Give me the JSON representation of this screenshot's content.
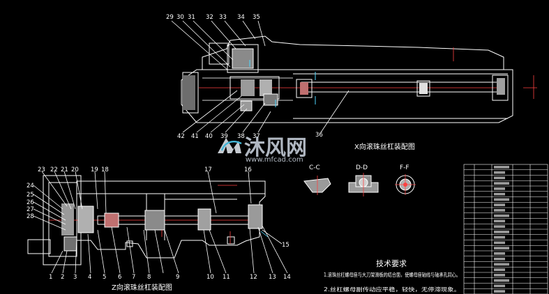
{
  "drawing": {
    "top_view_title": "X向滚珠丝杠装配图",
    "bottom_view_title": "Z向滚珠丝杠装配图",
    "top_part_numbers": [
      "29",
      "30",
      "31",
      "32",
      "33",
      "34",
      "35"
    ],
    "top_bottom_numbers": [
      "42",
      "41",
      "40",
      "39",
      "38",
      "37",
      "36"
    ],
    "left_part_numbers": [
      "23",
      "22",
      "21",
      "20",
      "19",
      "18",
      "17",
      "16"
    ],
    "left_side_numbers": [
      "24",
      "25",
      "26",
      "27",
      "28"
    ],
    "bottom_part_numbers": [
      "1",
      "2",
      "3",
      "4",
      "5",
      "6",
      "7",
      "8",
      "9",
      "10",
      "11",
      "12",
      "13",
      "14",
      "15"
    ],
    "section_labels": [
      "C-C",
      "D-D",
      "F-F"
    ],
    "tech_requirements": {
      "heading": "技术要求",
      "items": [
        "1.滚珠丝杠螺母座与大刀架滑板的结合面，使螺母座轴线与轴承孔同心。",
        "2.丝杠螺母副传动应平稳，轻快，无停滞现象。"
      ]
    },
    "watermark": {
      "cn": "沐风网",
      "url": "www.mfcad.com"
    }
  }
}
